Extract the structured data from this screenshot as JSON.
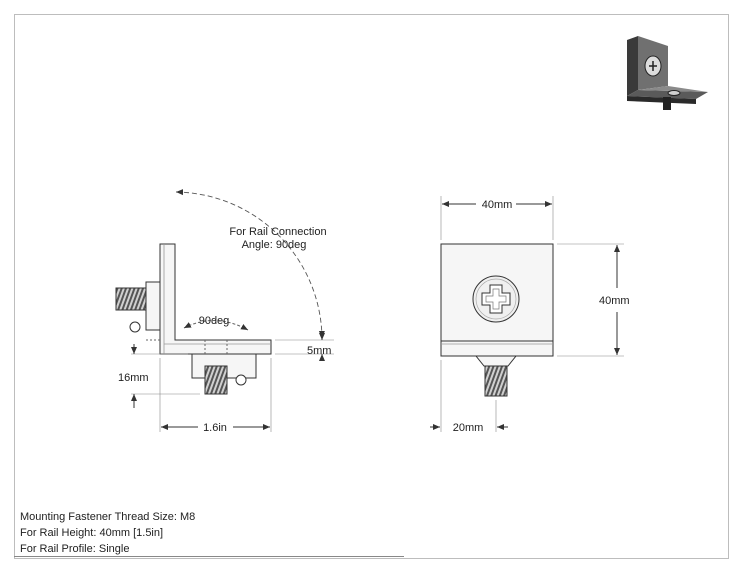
{
  "side_view": {
    "callout_line1": "For Rail Connection",
    "callout_line2": "Angle: 90deg",
    "inner_angle": "90deg",
    "thickness_dim": "5mm",
    "bolt_length_dim": "16mm",
    "overall_length_dim": "1.6in"
  },
  "front_view": {
    "width_dim": "40mm",
    "height_dim": "40mm",
    "offset_dim": "20mm"
  },
  "notes": {
    "line1": "Mounting Fastener Thread Size: M8",
    "line2": "For Rail Height: 40mm [1.5in]",
    "line3": "For Rail Profile: Single"
  },
  "colors": {
    "line": "#333333",
    "fill_light": "#f4f4f4",
    "fill_thread": "#8a8a8a"
  }
}
